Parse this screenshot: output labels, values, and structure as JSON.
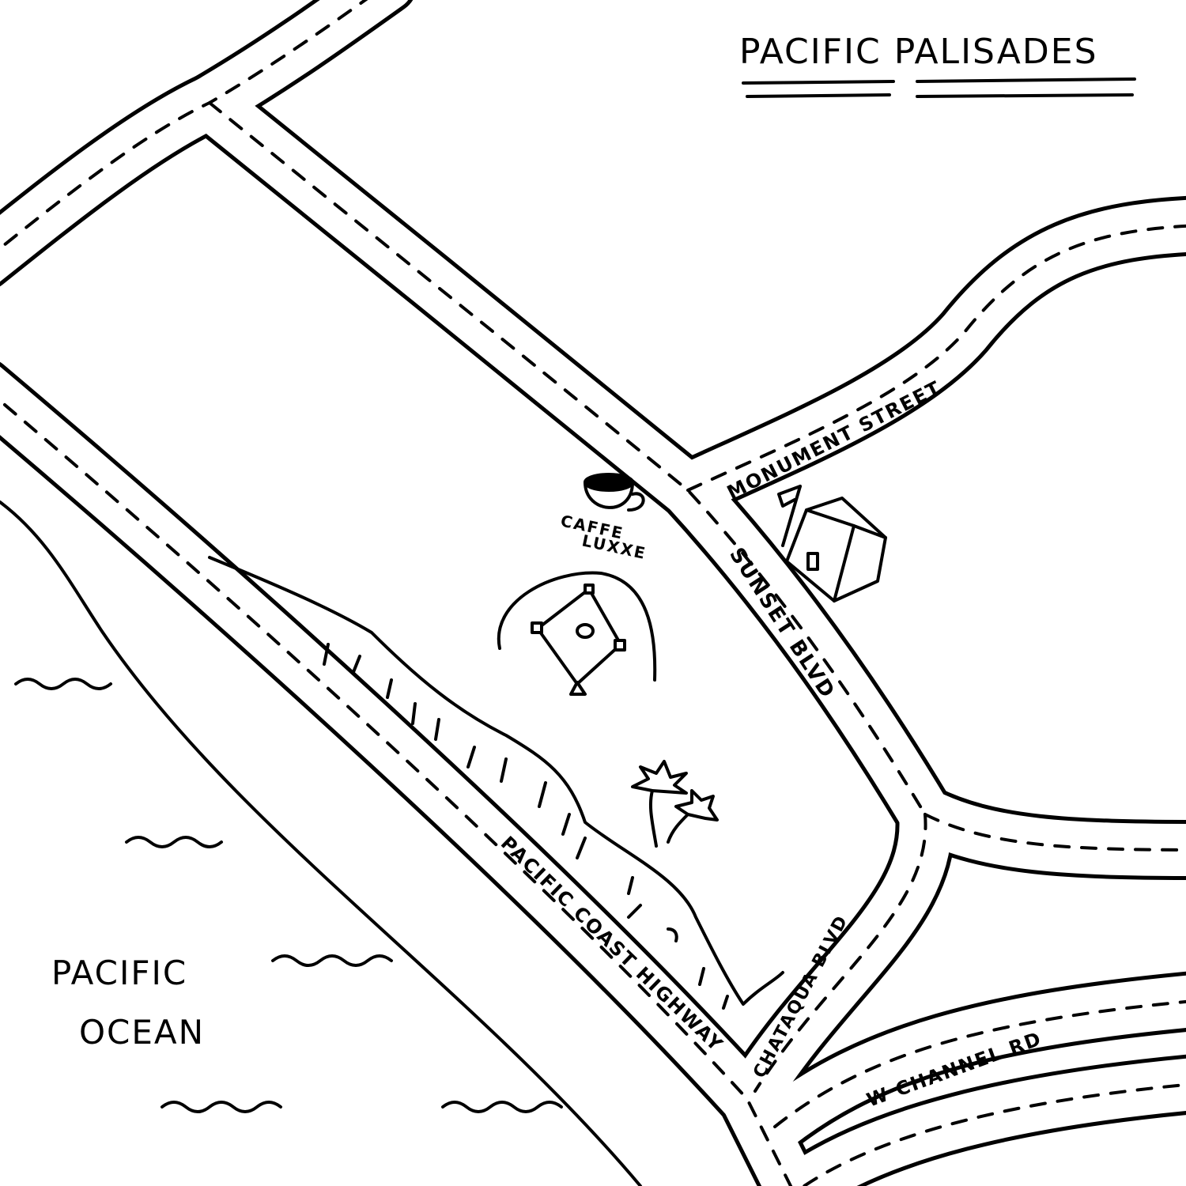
{
  "map": {
    "title": "PACIFIC PALISADES",
    "water_label": [
      "PACIFIC",
      "OCEAN"
    ],
    "roads": {
      "monument": "MONUMENT STREET",
      "sunset": "SUNSET BLVD",
      "pch": "PACIFIC COAST HIGHWAY",
      "chataqua": "CHATAQUA BLVD",
      "channel": "W CHANNEL RD"
    },
    "landmarks": {
      "cafe": [
        "CAFFE",
        "LUXXE"
      ],
      "cafe_icon": "coffee-cup-icon",
      "field_icon": "baseball-field-icon",
      "house_icon": "house-with-flag-icon",
      "palm_icon": "palm-tree-icon"
    },
    "colors": {
      "ink": "#000000",
      "paper": "#ffffff"
    }
  }
}
